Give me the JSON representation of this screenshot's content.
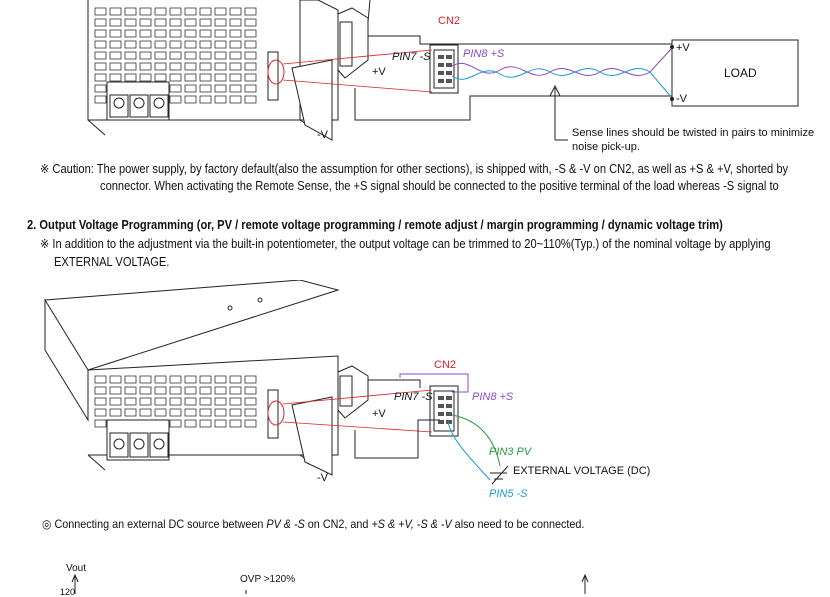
{
  "diagram1": {
    "cn2_label": "CN2",
    "pin7_label": "PIN7 -S",
    "pin8_label": "PIN8 +S",
    "plus_v": "+V",
    "minus_v": "-V",
    "load_plus": "+V",
    "load_minus": "-V",
    "load_label": "LOAD",
    "sense_note_line1": "Sense lines should be twisted in pairs to minimize",
    "sense_note_line2": "noise pick-up."
  },
  "caution": {
    "line1": "※ Caution: The power supply, by factory default(also the assumption for other sections), is shipped with, -S & -V on CN2, as well as +S & +V, shorted by",
    "line2": "connector. When activating the Remote Sense, the +S signal should be connected to the positive terminal of the load whereas -S signal to"
  },
  "section2": {
    "heading": "2. Output Voltage Programming (or, PV / remote voltage programming / remote adjust / margin programming / dynamic voltage trim)",
    "para_line1": "※ In addition to the adjustment via the built-in potentiometer, the output voltage can be trimmed to 20~110%(Typ.) of the nominal voltage by applying",
    "para_line2": "EXTERNAL VOLTAGE."
  },
  "diagram2": {
    "cn2_label": "CN2",
    "pin7_label": "PIN7 -S",
    "pin8_label": "PIN8 +S",
    "plus_v": "+V",
    "minus_v": "-V",
    "pin3_label": "PIN3 PV",
    "ext_voltage_label": "EXTERNAL VOLTAGE (DC)",
    "pin5_label": "PIN5 -S"
  },
  "connect_note": {
    "bullet": "◎",
    "part1": "Connecting an external DC source  between ",
    "part2": "PV & -S",
    "part3": " on CN2, and ",
    "part4": "+S & +V, -S & -V",
    "part5": " also need to be connected."
  },
  "graph": {
    "y_label": "Vout",
    "y_tick": "120",
    "ovp_label": "OVP >120%"
  },
  "colors": {
    "red": "#e0202a",
    "purple": "#8a48c8",
    "green": "#2a9a3a",
    "blue": "#1a9ad0"
  }
}
